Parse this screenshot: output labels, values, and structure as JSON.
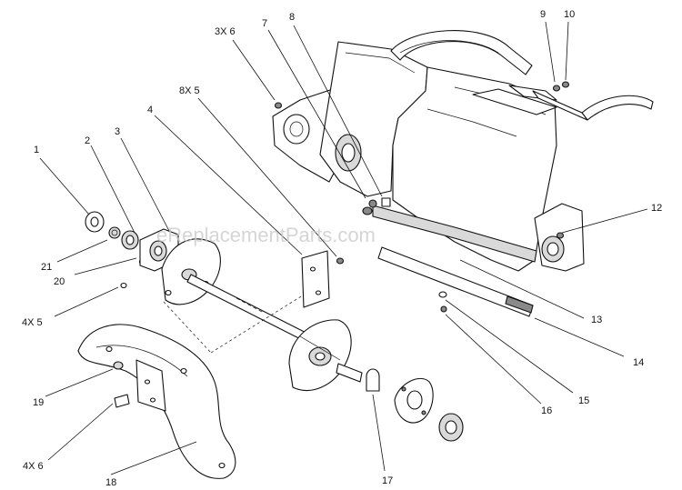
{
  "watermark": "eReplacementParts.com",
  "callouts": [
    {
      "id": "c-3x6",
      "text": "3X 6"
    },
    {
      "id": "c-7",
      "text": "7"
    },
    {
      "id": "c-8",
      "text": "8"
    },
    {
      "id": "c-9",
      "text": "9"
    },
    {
      "id": "c-10",
      "text": "10"
    },
    {
      "id": "c-8x5",
      "text": "8X 5"
    },
    {
      "id": "c-4",
      "text": "4"
    },
    {
      "id": "c-3",
      "text": "3"
    },
    {
      "id": "c-2",
      "text": "2"
    },
    {
      "id": "c-1",
      "text": "1"
    },
    {
      "id": "c-12",
      "text": "12"
    },
    {
      "id": "c-21",
      "text": "21"
    },
    {
      "id": "c-20",
      "text": "20"
    },
    {
      "id": "c-4x5",
      "text": "4X 5"
    },
    {
      "id": "c-13",
      "text": "13"
    },
    {
      "id": "c-14",
      "text": "14"
    },
    {
      "id": "c-15",
      "text": "15"
    },
    {
      "id": "c-16",
      "text": "16"
    },
    {
      "id": "c-19",
      "text": "19"
    },
    {
      "id": "c-4x6",
      "text": "4X 6"
    },
    {
      "id": "c-17",
      "text": "17"
    },
    {
      "id": "c-18",
      "text": "18"
    }
  ]
}
